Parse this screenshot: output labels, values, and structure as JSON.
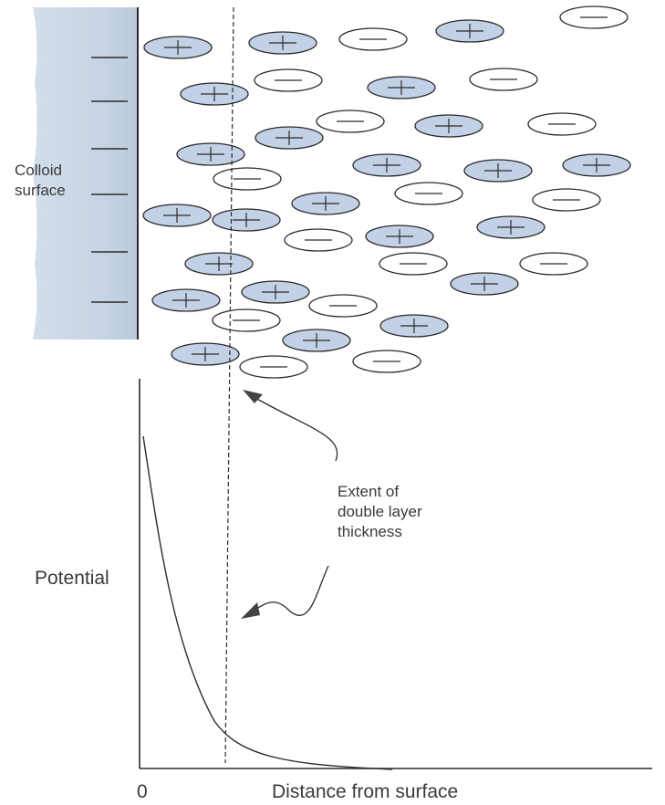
{
  "labels": {
    "surface_line1": "Colloid",
    "surface_line2": "surface",
    "extent_line1": "Extent of",
    "extent_line2": "double layer",
    "extent_line3": "thickness",
    "y_axis": "Potential",
    "x_zero": "0",
    "x_axis": "Distance from surface"
  },
  "colors": {
    "surface_fill": "#c9d6e6",
    "positive_ion_fill": "#c3d1e6",
    "negative_ion_fill": "#ffffff",
    "line": "#2b2b2b"
  },
  "ions": {
    "positive_symbol": "+",
    "negative_symbol": "−"
  }
}
